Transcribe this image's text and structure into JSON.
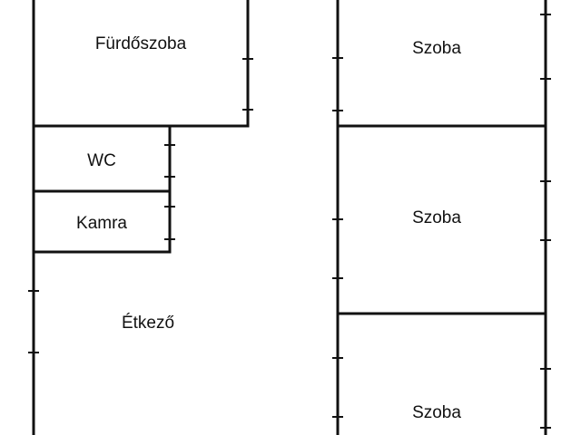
{
  "plan": {
    "line_color": "#111111",
    "background": "#ffffff",
    "rooms": [
      {
        "id": "furdoszoba",
        "label": "Fürdőszoba"
      },
      {
        "id": "wc",
        "label": "WC"
      },
      {
        "id": "kamra",
        "label": "Kamra"
      },
      {
        "id": "etkezo",
        "label": "Étkező"
      },
      {
        "id": "szoba-1",
        "label": "Szoba"
      },
      {
        "id": "szoba-2",
        "label": "Szoba"
      },
      {
        "id": "szoba-3",
        "label": "Szoba"
      }
    ]
  }
}
